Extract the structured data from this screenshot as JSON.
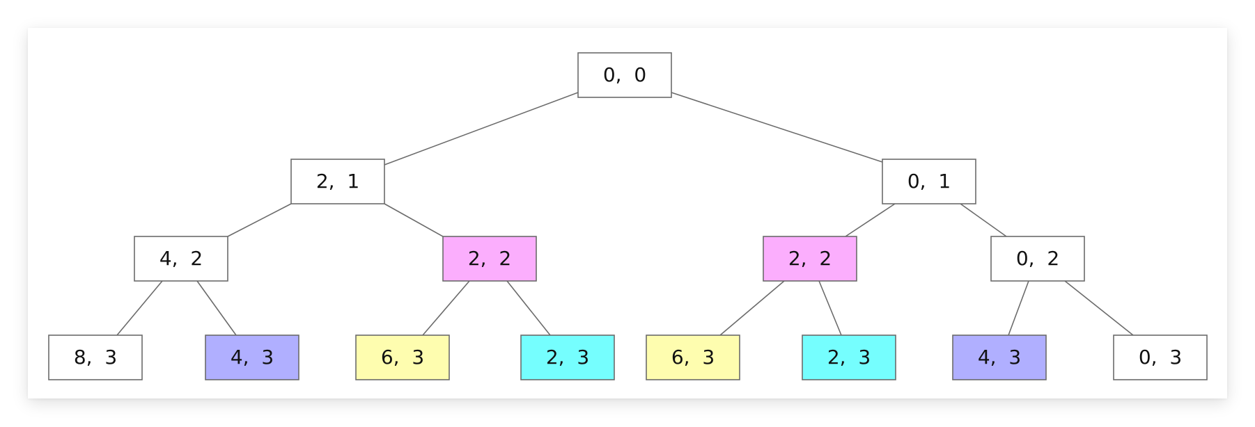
{
  "colors": {
    "default": "#ffffff",
    "pink": "#fbaefd",
    "blue": "#b0afff",
    "yellow": "#fefdaf",
    "cyan": "#75fefe",
    "border": "#6b6b6b"
  },
  "tree": {
    "nodes": [
      {
        "id": "n00",
        "label": "0,  0",
        "color": "default"
      },
      {
        "id": "n21",
        "label": "2,  1",
        "color": "default"
      },
      {
        "id": "n01",
        "label": "0,  1",
        "color": "default"
      },
      {
        "id": "n42",
        "label": "4,  2",
        "color": "default"
      },
      {
        "id": "n22a",
        "label": "2,  2",
        "color": "pink"
      },
      {
        "id": "n22b",
        "label": "2,  2",
        "color": "pink"
      },
      {
        "id": "n02",
        "label": "0,  2",
        "color": "default"
      },
      {
        "id": "n83",
        "label": "8,  3",
        "color": "default"
      },
      {
        "id": "n43a",
        "label": "4,  3",
        "color": "blue"
      },
      {
        "id": "n63a",
        "label": "6,  3",
        "color": "yellow"
      },
      {
        "id": "n23a",
        "label": "2,  3",
        "color": "cyan"
      },
      {
        "id": "n63b",
        "label": "6,  3",
        "color": "yellow"
      },
      {
        "id": "n23b",
        "label": "2,  3",
        "color": "cyan"
      },
      {
        "id": "n43b",
        "label": "4,  3",
        "color": "blue"
      },
      {
        "id": "n03",
        "label": "0,  3",
        "color": "default"
      }
    ],
    "edges": [
      [
        "n00",
        "n21"
      ],
      [
        "n00",
        "n01"
      ],
      [
        "n21",
        "n42"
      ],
      [
        "n21",
        "n22a"
      ],
      [
        "n01",
        "n22b"
      ],
      [
        "n01",
        "n02"
      ],
      [
        "n42",
        "n83"
      ],
      [
        "n42",
        "n43a"
      ],
      [
        "n22a",
        "n63a"
      ],
      [
        "n22a",
        "n23a"
      ],
      [
        "n22b",
        "n63b"
      ],
      [
        "n22b",
        "n23b"
      ],
      [
        "n02",
        "n43b"
      ],
      [
        "n02",
        "n03"
      ]
    ]
  }
}
